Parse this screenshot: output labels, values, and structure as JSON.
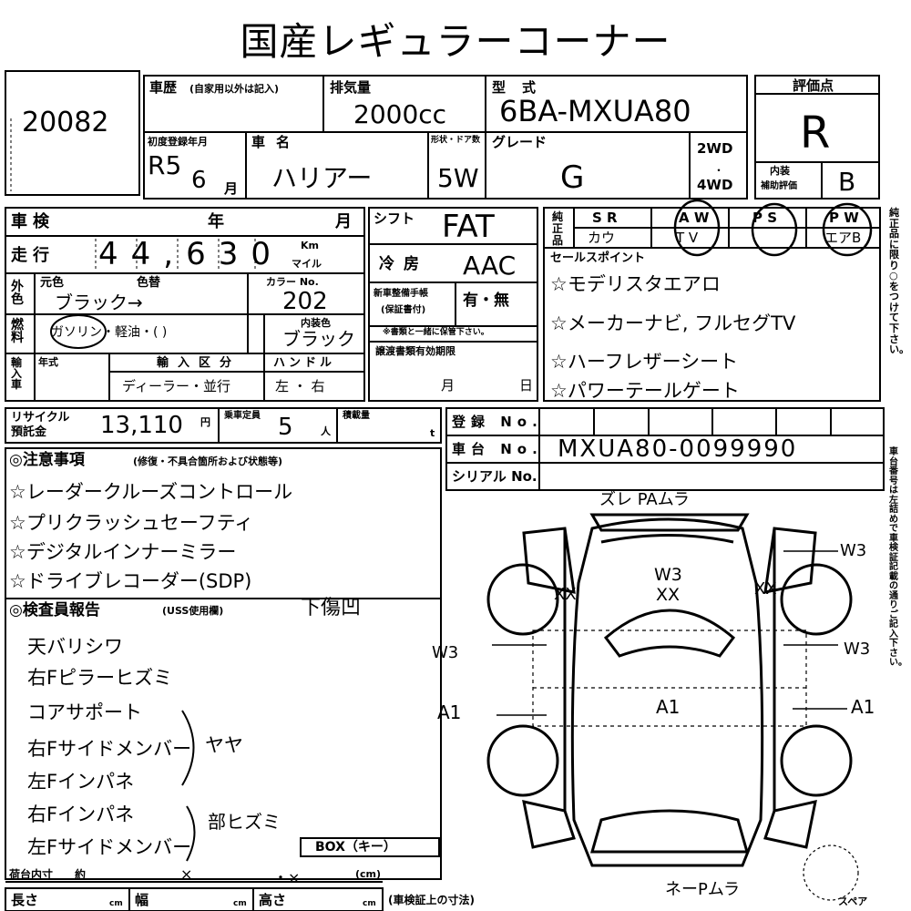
{
  "title": "国産レギュラーコーナー",
  "lot": {
    "number": "20082"
  },
  "labels": {
    "shareki": "車歴",
    "shareki_note": "(自家用以外は記入)",
    "haikiryo": "排気量",
    "katashiki": "型式",
    "hyokaten": "評価点",
    "shodo": "初度登録年月",
    "shamei": "車名",
    "keijo": "形状・ドア数",
    "grade": "グレード",
    "wd2": "2WD",
    "wd4": "4WD",
    "naiso": "内装",
    "naiso2": "補助評価",
    "shaken": "車検",
    "nen": "年",
    "tsuki": "月",
    "soko": "走行",
    "km": "Km",
    "mile": "マイル",
    "gaisyoku": "外色",
    "motoiro": "元色",
    "irogae": "色替",
    "color_no": "カラー No.",
    "nenryo": "燃料",
    "fuel_options": "ガソリン・軽油・(                )",
    "naisoiro": "内装色",
    "yunyu": "輸入車",
    "nenshiki": "年式",
    "yunyu_kubun": "輸入区分",
    "dealer": "ディーラー・並行",
    "handle": "ハンドル",
    "handle_opt": "左 ・ 右",
    "shift": "シフト",
    "reibo": "冷房",
    "shinsha": "新車整備手帳",
    "shinsha2": "(保証書付)",
    "umu": "有・無",
    "shinsha_note": "※書類と一緒に保管下さい。",
    "toso": "譲渡書類有効期限",
    "toso_tsuki": "月",
    "toso_hi": "日",
    "junsei": "純正品",
    "sr": "S R",
    "aw": "A W",
    "ps": "P S",
    "pw": "P W",
    "kaw": "カウ",
    "tv": "T V",
    "tenki": "エアB",
    "sales": "セールスポイント",
    "recycle": "リサイクル",
    "recycle2": "預託金",
    "yen": "円",
    "jyotei": "乗車定員",
    "hito": "人",
    "sekisai": "積載量",
    "t": "t",
    "toroku": "登録 No.",
    "shadai": "車台 No.",
    "serial": "シリアル No.",
    "chui": "◎注意事項",
    "chui_note": "(修復・不具合箇所および状態等)",
    "kensa": "◎検査員報告",
    "kensa_note": "(USS使用欄)",
    "box": "BOX（キー）",
    "nidai": "荷台内寸",
    "yaku": "約",
    "cm": "(cm)",
    "nagasa": "長さ",
    "haba": "幅",
    "takasa": "高さ",
    "cm_short": "cm",
    "sunpo": "(車検証上の寸法)",
    "spare": "スペア",
    "side_text_1": "純正品に限り○をつけて下さい。",
    "side_text_2": "車台番号は左詰めで車検証記載の通りご記入下さい。"
  },
  "values": {
    "haikiryo": "2000cc",
    "katashiki": "6BA-MXUA80",
    "hyokaten": "R",
    "nendo": "R5",
    "tsuki": "6",
    "shamei": "ハリアー",
    "keijo": "5W",
    "grade": "G",
    "naiso": "B",
    "soko": "44,630",
    "motoiro": "ブラック→",
    "color_no": "202",
    "naisoiro": "ブラック",
    "shift": "FAT",
    "reibo": "AAC",
    "recycle": "13,110",
    "jyotei": "5",
    "shadai": "MXUA80-0099990",
    "sales": [
      "モデリスタエアロ",
      "メーカーナビ, フルセグTV",
      "ハーフレザーシート",
      "パワーテールゲート"
    ],
    "chui": [
      "レーダークルーズコントロール",
      "プリクラッシュセーフティ",
      "デジタルインナーミラー",
      "ドライブレコーダー(SDP)"
    ],
    "kensa_head": "下傷凹",
    "kensa": [
      "天バリシワ",
      "右Fピラーヒズミ",
      "コアサポート",
      "右Fサイドメンバー",
      "左Fインパネ",
      "右Fインパネ",
      "左Fサイドメンバー"
    ],
    "kensa_yaya": "ヤヤ",
    "kensa_bu": "部ヒズミ",
    "diagram": {
      "front": "ズレ PAムラ",
      "w3c": "W3",
      "xxc": "XX",
      "xxl": "XX",
      "xxr": "XX",
      "w3fr": "W3",
      "w3l": "W3",
      "w3r": "W3",
      "a1l": "A1",
      "a1c": "A1",
      "a1r": "A1",
      "rear": "ネーPムラ"
    }
  }
}
